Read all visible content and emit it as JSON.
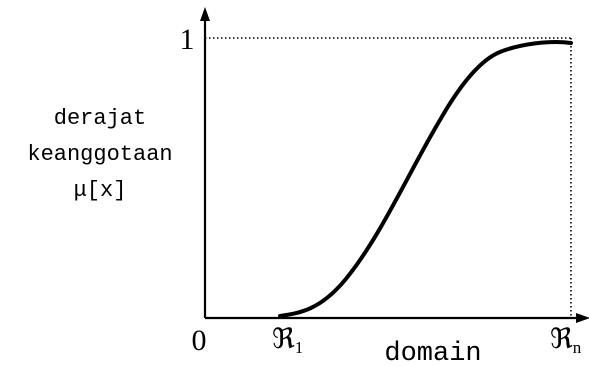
{
  "figure": {
    "y_label_lines": [
      "derajat",
      "keanggotaan",
      "μ[x]"
    ],
    "x_label": "domain",
    "origin_label": "0",
    "y_top_label": "1",
    "x_start_label": "ℜ",
    "x_start_subscript": "1",
    "x_end_label": "ℜ",
    "x_end_subscript": "n"
  },
  "colors": {
    "line": "#000000",
    "background": "#ffffff"
  }
}
